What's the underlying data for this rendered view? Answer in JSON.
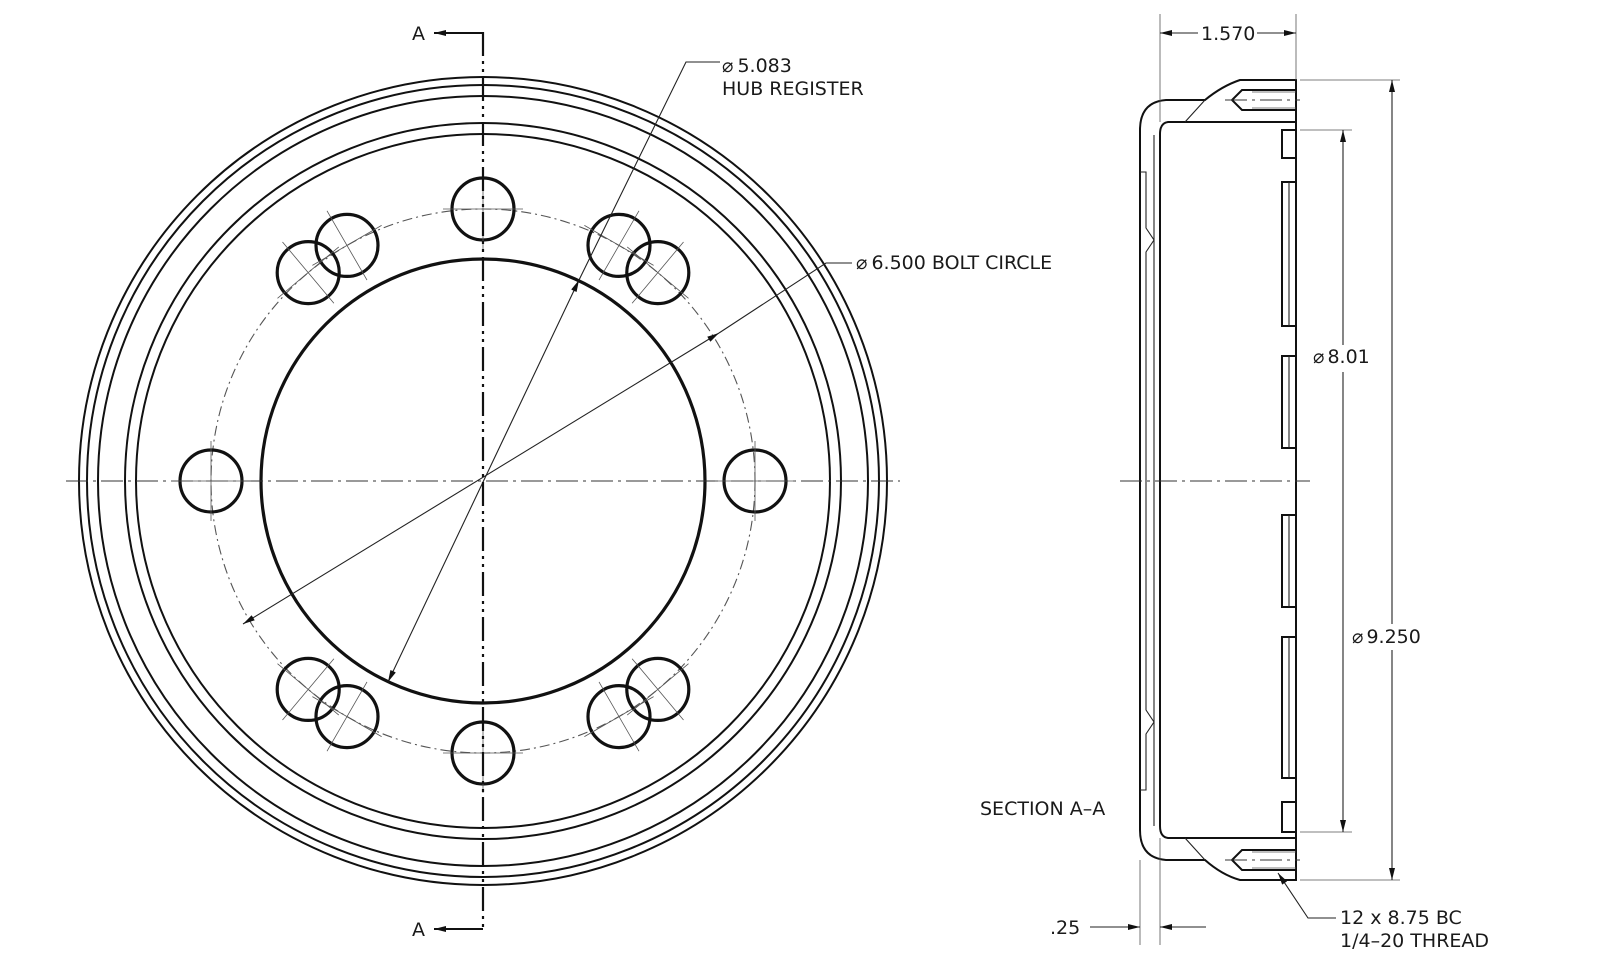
{
  "section_marker": "A",
  "section_title": "SECTION A–A",
  "labels": {
    "hub_register_dia": "5.083",
    "hub_register_name": "HUB REGISTER",
    "bolt_circle": "6.500 BOLT CIRCLE",
    "width": "1.570",
    "pilot_dia": "8.01",
    "outer_dia": "9.250",
    "flange_thickness": ".25",
    "hole_pattern": "12 x 8.75 BC",
    "thread": "1/4–20 THREAD"
  },
  "diameter_symbol": "⌀",
  "bolt_hole_angles_deg": [
    0,
    50,
    60,
    90,
    120,
    130,
    180,
    230,
    240,
    270,
    300,
    310
  ]
}
